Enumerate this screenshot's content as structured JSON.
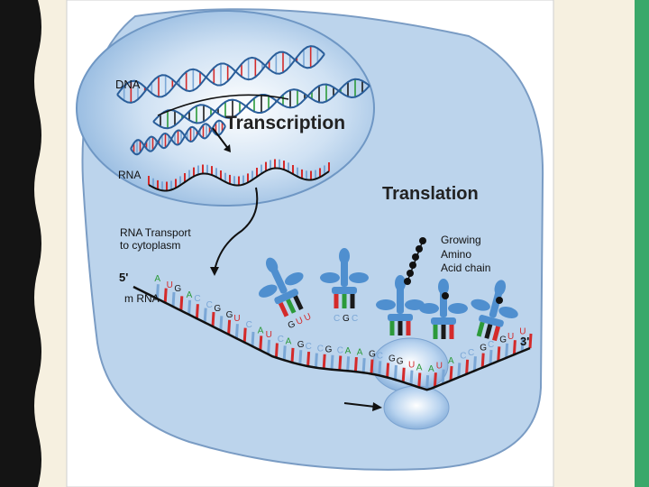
{
  "labels": {
    "dna": "DNA",
    "transcription": "Transcription",
    "rna": "RNA",
    "translation": "Translation",
    "rna_transport_line1": "RNA Transport",
    "rna_transport_line2": "to cytoplasm",
    "growing_line1": "Growing",
    "growing_line2": "Amino",
    "growing_line3": "Acid chain",
    "five_prime": "5'",
    "three_prime": "3'",
    "mrna": "m RNA"
  },
  "mrna_letters": [
    "A",
    "U",
    "G",
    "A",
    "C",
    "C",
    "G",
    "G",
    "U",
    "C",
    "A",
    "U",
    "C",
    "A",
    "G",
    "C",
    "C",
    "G",
    "C",
    "A",
    "A",
    "G",
    "C",
    "G",
    "G",
    "U",
    "A",
    "A",
    "U",
    "A",
    "C",
    "C",
    "G",
    "C",
    "G",
    "U",
    "U"
  ],
  "trna_anticodons": [
    [
      "G",
      "U",
      "U"
    ],
    [
      "C",
      "G",
      "C"
    ]
  ],
  "colors": {
    "cell": "#bcd4ec",
    "nucleus": "#a8c8e6",
    "backbone": "#1a1a1a",
    "base_red": "#d42a2a",
    "base_green": "#2c9a3a",
    "base_blue": "#7ba7d6",
    "base_black": "#1a1a1a",
    "trna": "#4f8fcf",
    "left_strip": "#141414",
    "right_strip": "#3aa86a"
  }
}
